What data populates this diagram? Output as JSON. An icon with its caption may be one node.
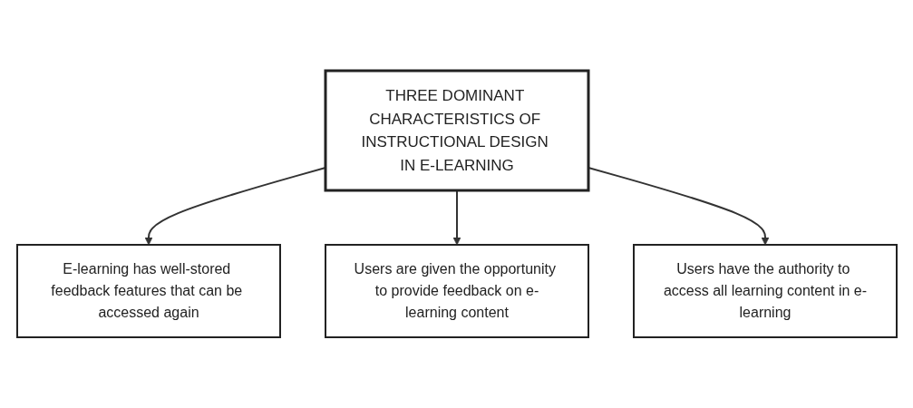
{
  "diagram": {
    "nodes": [
      {
        "text": [
          "THREE DOMINANT CHARACTERISTICS OF INSTRUCTIONAL DESIGN IN E-LEARNING"
        ]
      },
      {
        "text": [
          "E-learning has well-stored feedback features that can be accessed again"
        ]
      },
      {
        "text": [
          "Users are given the opportunity to provide feedback on e-learning content"
        ]
      },
      {
        "text": [
          "Users have the authority to access all learning content in e-learning"
        ]
      }
    ],
    "edges": [
      {
        "from": 0,
        "to": 1,
        "arrow": "to"
      },
      {
        "from": 0,
        "to": 2,
        "arrow": "to"
      },
      {
        "from": 0,
        "to": 3,
        "arrow": "to"
      }
    ]
  }
}
